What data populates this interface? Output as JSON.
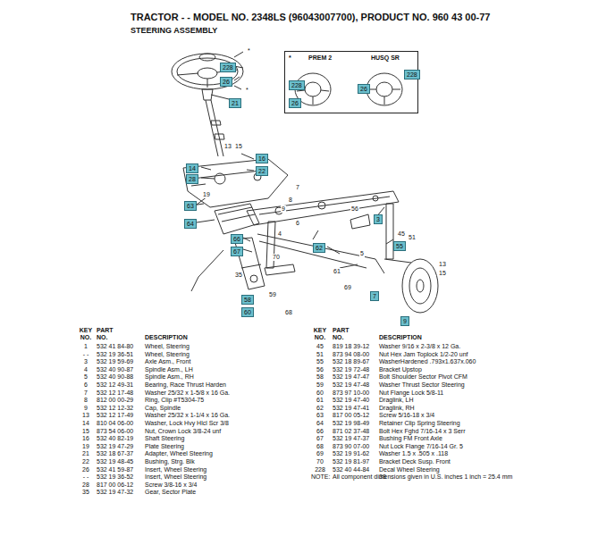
{
  "diagram": {
    "title": "TRACTOR - - MODEL NO. 2348LS (96043007700), PRODUCT NO. 960 43 00-77",
    "nodes": [
      {
        "text": [
          "*",
          "PREM 2",
          "HUSQ SR"
        ]
      }
    ],
    "labels": [
      "STEERING ASSEMBLY",
      "*",
      "228",
      "26",
      "*",
      "21",
      "13",
      "15",
      "16",
      "22",
      "14",
      "28",
      "19",
      "7",
      "8",
      "9",
      "6",
      "4",
      "63",
      "64",
      "66",
      "67",
      "70",
      "35",
      "59",
      "58",
      "60",
      "68",
      "69",
      "62",
      "61",
      "3",
      "45",
      "51",
      "55",
      "56",
      "5",
      "13",
      "15",
      "9",
      "7",
      "228",
      "26",
      "228",
      "26",
      "KEY NO.",
      "PART NO.",
      "DESCRIPTION",
      "KEY NO.",
      "PART NO.",
      "DESCRIPTION",
      "1",
      "532 41 84-80",
      "Wheel, Steering",
      "- -",
      "532 19 36-51",
      "Wheel, Steering",
      "3",
      "532 19 59-69",
      "Axle Asm., Front",
      "4",
      "532 40 90-87",
      "Spindle Asm., LH",
      "5",
      "532 40 90-88",
      "Spindle Asm., RH",
      "6",
      "532 12 49-31",
      "Bearing, Race Thrust Harden",
      "7",
      "532 12 17-48",
      "Washer 25/32 x 1-5/8 x 16 Ga.",
      "8",
      "812 00 00-29",
      "Ring, Clip #T5304-75",
      "9",
      "532 12 12-32",
      "Cap, Spindle",
      "13",
      "532 12 17-49",
      "Washer 25/32 x 1-1/4 x 16 Ga.",
      "14",
      "810 04 06-00",
      "Washer, Lock Hvy Hlcl Scr 3/8",
      "15",
      "873 54 06-00",
      "Nut, Crown Lock 3/8-24 unf",
      "16",
      "532 40 82-19",
      "Shaft Steering",
      "19",
      "532 19 47-29",
      "Plate Steering",
      "21",
      "532 18 67-37",
      "Adapter, Wheel Steering",
      "22",
      "532 19 48-45",
      "Bushing, Strg. Blk",
      "26",
      "532 41 59-87",
      "Insert, Wheel Steering",
      "- -",
      "532 19 36-52",
      "Insert, Wheel Steering",
      "28",
      "817 00 06-12",
      "Screw 3/8-16 x 3/4",
      "35",
      "532 19 47-32",
      "Gear, Sector Plate",
      "45",
      "819 18 39-12",
      "Washer 9/16 x 2-3/8 x 12 Ga.",
      "51",
      "873 94 08-00",
      "Nut Hex Jam Toplock 1/2-20 unf",
      "55",
      "532 18 89-67",
      "WasherHardened .793x1.637x.060",
      "56",
      "532 19 72-48",
      "Bracket Upstop",
      "58",
      "532 19 47-47",
      "Bolt Shoulder Sector Pivot CFM",
      "59",
      "532 19 47-48",
      "Washer Thrust Sector Steering",
      "60",
      "873 97 10-00",
      "Nut Flange Lock 5/8-11",
      "61",
      "532 19 47-40",
      "Draglink, LH",
      "62",
      "532 19 47-41",
      "Draglink, RH",
      "63",
      "817 00 05-12",
      "Screw 5/16-18 x 3/4",
      "64",
      "532 19 98-49",
      "Retainer Clip Spring Steering",
      "66",
      "871 02 37-48",
      "Bolt Hex Fghd 7/16-14 x 3 Serr",
      "67",
      "532 19 47-37",
      "Bushing FM Front Axle",
      "68",
      "873 90 07-00",
      "Nut Lock Flange 7/16-14 Gr. 5",
      "69",
      "532 19 91-62",
      "Washer 1.5 x .505 x .118",
      "70",
      "532 19 81-97",
      "Bracket Deck Susp. Front",
      "228",
      "532 40 44-84",
      "Decal Wheel Steering",
      "NOTE:",
      "All component dimensions given in U.S. inches 1 inch = 25.4 mm",
      "38"
    ]
  }
}
